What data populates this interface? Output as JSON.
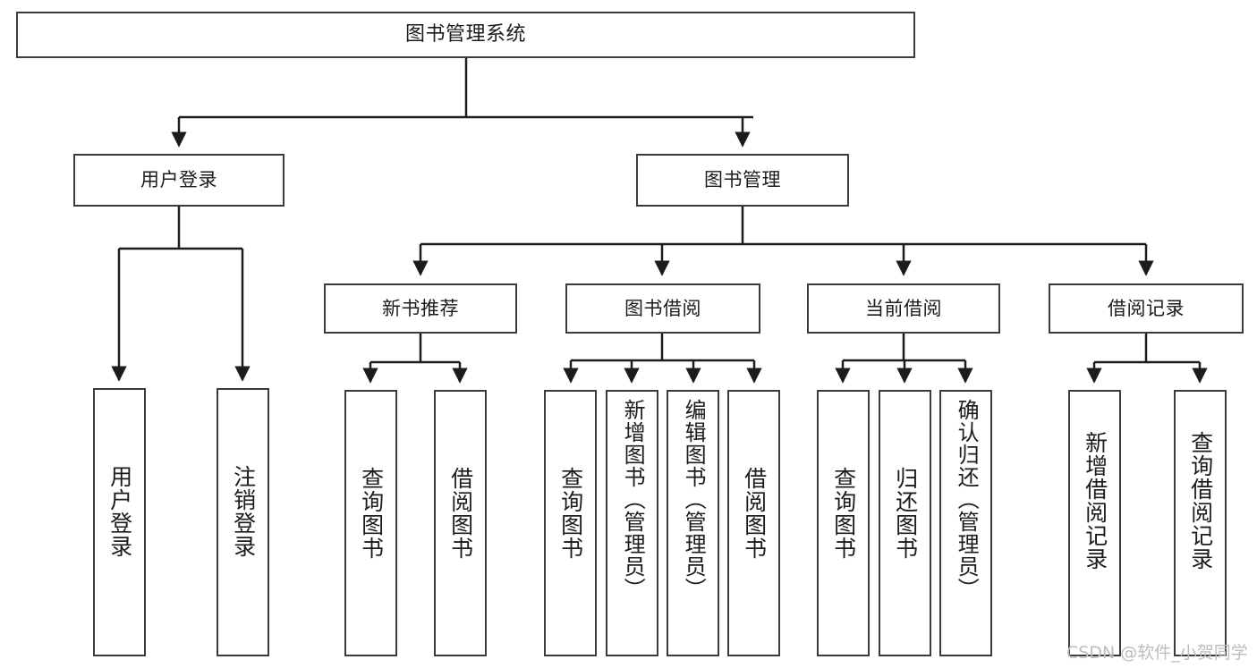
{
  "diagram": {
    "title": "图书管理系统",
    "type": "tree-structure-chart",
    "watermark": "CSDN @软件_小贺同学",
    "colors": {
      "background": "#ffffff",
      "box_border": "#3b3b3b",
      "box_fill": "#ffffff",
      "text": "#1c1c1c",
      "edge": "#1c1c1c",
      "watermark": "#bdbdbd"
    }
  },
  "nodes": {
    "root": {
      "label": "图书管理系统",
      "level": 1,
      "orientation": "horizontal"
    },
    "level2": [
      {
        "id": "user-login",
        "label": "用户登录",
        "orientation": "horizontal"
      },
      {
        "id": "book-manage",
        "label": "图书管理",
        "orientation": "horizontal"
      }
    ],
    "level3": [
      {
        "id": "new-book-recommend",
        "label": "新书推荐",
        "orientation": "horizontal",
        "parent": "book-manage"
      },
      {
        "id": "book-borrow",
        "label": "图书借阅",
        "orientation": "horizontal",
        "parent": "book-manage"
      },
      {
        "id": "current-borrow",
        "label": "当前借阅",
        "orientation": "horizontal",
        "parent": "book-manage"
      },
      {
        "id": "borrow-record",
        "label": "借阅记录",
        "orientation": "horizontal",
        "parent": "book-manage"
      }
    ],
    "leaves": [
      {
        "id": "leaf-user-login",
        "label": "用户登录",
        "parent": "user-login",
        "orientation": "vertical"
      },
      {
        "id": "leaf-user-logout",
        "label": "注销登录",
        "parent": "user-login",
        "orientation": "vertical"
      },
      {
        "id": "leaf-query-book-1",
        "label": "查询图书",
        "parent": "new-book-recommend",
        "orientation": "vertical"
      },
      {
        "id": "leaf-borrow-book-1",
        "label": "借阅图书",
        "parent": "new-book-recommend",
        "orientation": "vertical"
      },
      {
        "id": "leaf-query-book-2",
        "label": "查询图书",
        "parent": "book-borrow",
        "orientation": "vertical"
      },
      {
        "id": "leaf-add-book",
        "label": "新增图书（管理员）",
        "parent": "book-borrow",
        "orientation": "vertical"
      },
      {
        "id": "leaf-edit-book",
        "label": "编辑图书（管理员）",
        "parent": "book-borrow",
        "orientation": "vertical"
      },
      {
        "id": "leaf-borrow-book-2",
        "label": "借阅图书",
        "parent": "book-borrow",
        "orientation": "vertical"
      },
      {
        "id": "leaf-query-book-3",
        "label": "查询图书",
        "parent": "current-borrow",
        "orientation": "vertical"
      },
      {
        "id": "leaf-return-book",
        "label": "归还图书",
        "parent": "current-borrow",
        "orientation": "vertical"
      },
      {
        "id": "leaf-confirm-return",
        "label": "确认归还（管理员）",
        "parent": "current-borrow",
        "orientation": "vertical"
      },
      {
        "id": "leaf-add-record",
        "label": "新增借阅记录",
        "parent": "borrow-record",
        "orientation": "vertical"
      },
      {
        "id": "leaf-query-record",
        "label": "查询借阅记录",
        "parent": "borrow-record",
        "orientation": "vertical"
      }
    ]
  }
}
